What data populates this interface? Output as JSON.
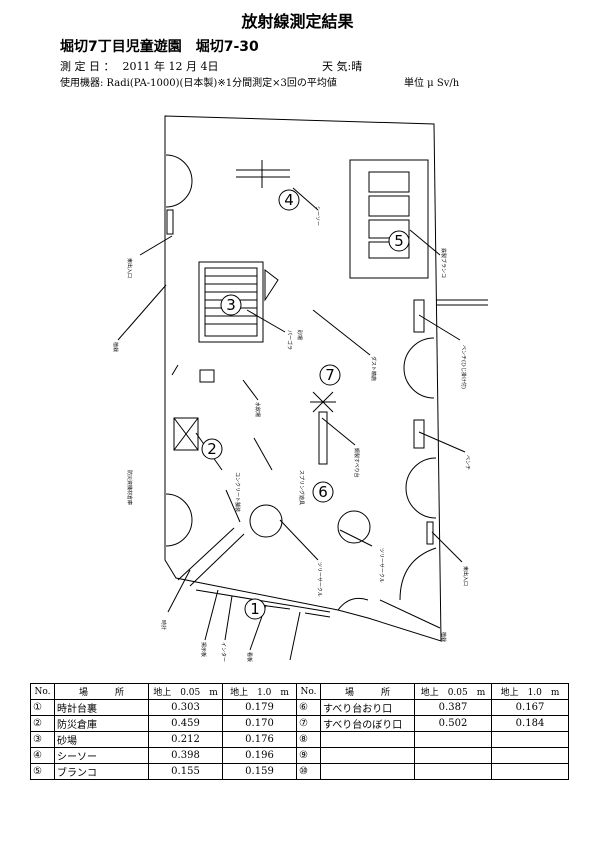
{
  "header": {
    "title": "放射線測定結果",
    "location_name": "堀切7丁目児童遊園",
    "location_code": "堀切7-30",
    "date_label": "測 定 日 ：",
    "date_value": "2011 年  12 月  4日",
    "weather_label": "天  気:晴",
    "equipment": "使用機器: Radi(PA-1000)(日本製)※1分間測定×3回の平均値",
    "unit": "単位 μ Sv/h"
  },
  "map": {
    "points": [
      "1",
      "2",
      "3",
      "4",
      "5",
      "6",
      "7"
    ],
    "labels": {
      "seesaw": "シーソー",
      "swing": "鉄製ブランコ",
      "sandbox": "砂場",
      "pergola": "パーゴラ",
      "toilet": "ダスト精施",
      "bench_with_arm": "ベンチ(ひじ掛け付)",
      "bench": "ベンチ",
      "faucet": "水飲場",
      "slide": "鋼製すべり台",
      "spring": "スプリング遊具",
      "concrete": "コンクリート舗装",
      "tree_circle_l": "ツリーサークル",
      "tree_circle_r": "ツリーサークル",
      "disaster_store": "防災資機材倉庫",
      "east_gate_top": "東出入口",
      "east_gate_right": "東出入口",
      "planting_left": "植栽",
      "planting_right": "植栽",
      "clock": "時計",
      "sign_a": "掲示板",
      "sign_b": "インター",
      "sign_c": "看板"
    }
  },
  "table": {
    "headers": {
      "no": "No.",
      "place": "場　　　所",
      "h005": "地上　0.05　m",
      "h1": "地上　1.0　m"
    },
    "rows": [
      [
        {
          "no": "①",
          "place": "時計台裏",
          "v005": "0.303",
          "v1": "0.179"
        },
        {
          "no": "⑥",
          "place": "すべり台おり口",
          "v005": "0.387",
          "v1": "0.167"
        }
      ],
      [
        {
          "no": "②",
          "place": "防災倉庫",
          "v005": "0.459",
          "v1": "0.170"
        },
        {
          "no": "⑦",
          "place": "すべり台のぼり口",
          "v005": "0.502",
          "v1": "0.184"
        }
      ],
      [
        {
          "no": "③",
          "place": "砂場",
          "v005": "0.212",
          "v1": "0.176"
        },
        {
          "no": "⑧",
          "place": "",
          "v005": "",
          "v1": ""
        }
      ],
      [
        {
          "no": "④",
          "place": "シーソー",
          "v005": "0.398",
          "v1": "0.196"
        },
        {
          "no": "⑨",
          "place": "",
          "v005": "",
          "v1": ""
        }
      ],
      [
        {
          "no": "⑤",
          "place": "ブランコ",
          "v005": "0.155",
          "v1": "0.159"
        },
        {
          "no": "⑩",
          "place": "",
          "v005": "",
          "v1": ""
        }
      ]
    ]
  }
}
